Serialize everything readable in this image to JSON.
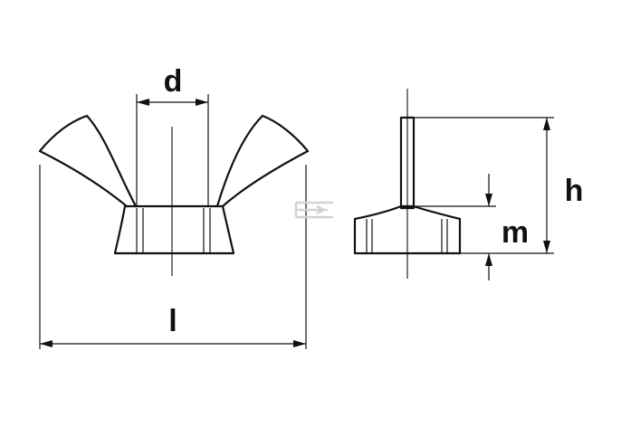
{
  "diagram": {
    "labels": {
      "d": "d",
      "l": "l",
      "h": "h",
      "m": "m"
    },
    "colors": {
      "line": "#111111",
      "watermark": "#cfd3d6",
      "background": "#ffffff"
    }
  }
}
